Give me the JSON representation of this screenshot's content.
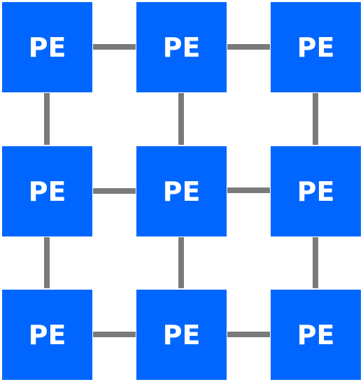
{
  "diagram": {
    "node_color": "#0066ff",
    "text_color": "#ffffff",
    "link_color": "#7a7a7a",
    "rows": 3,
    "cols": 3,
    "nodes": [
      [
        "PE",
        "PE",
        "PE"
      ],
      [
        "PE",
        "PE",
        "PE"
      ],
      [
        "PE",
        "PE",
        "PE"
      ]
    ],
    "topology": "2D mesh"
  }
}
